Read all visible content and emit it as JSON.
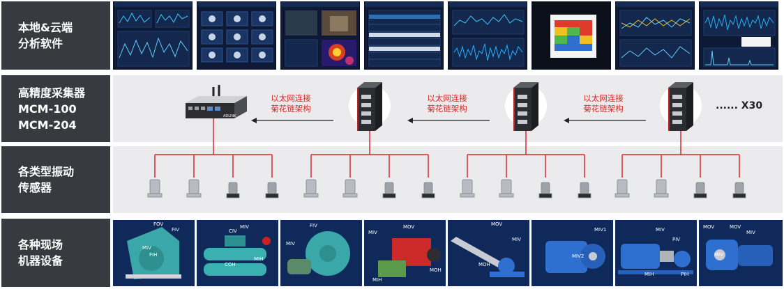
{
  "rows": {
    "software": {
      "lines": [
        "本地&云端",
        "分析软件"
      ]
    },
    "collector": {
      "lines": [
        "高精度采集器",
        "MCM-100",
        "MCM-204"
      ]
    },
    "sensors": {
      "lines": [
        "各类型振动",
        "传感器"
      ]
    },
    "equipment": {
      "lines": [
        "各种现场",
        "机器设备"
      ]
    }
  },
  "network": {
    "chain_labels": [
      {
        "line1": "以太网连接",
        "line2": "菊花链架构"
      },
      {
        "line1": "以太网连接",
        "line2": "菊花链架构"
      },
      {
        "line1": "以太网连接",
        "line2": "菊花链架构"
      }
    ],
    "gateway_brand": "ADLINK",
    "more_label": "...... X30"
  },
  "equipment_tags": [
    [
      "FOV",
      "FIV",
      "MIV",
      "FIH"
    ],
    [
      "CIV",
      "MIV",
      "COH",
      "MIH"
    ],
    [
      "FIV",
      "MIV"
    ],
    [
      "MIV",
      "MOV",
      "MOH",
      "MIH"
    ],
    [
      "MOV",
      "MIV",
      "MOH"
    ],
    [
      "MIV1",
      "MIV2"
    ],
    [
      "MIV",
      "PIV",
      "MIH",
      "PIH"
    ],
    [
      "MOV",
      "MOV",
      "MIV",
      "MIV"
    ]
  ],
  "colors": {
    "label_bg": "#373a3f",
    "band_bg": "#ebebed",
    "accent_red": "#d62a2a",
    "dashboard_bg": "#0e1a35",
    "equipment_bg": "#0f2a5a"
  }
}
